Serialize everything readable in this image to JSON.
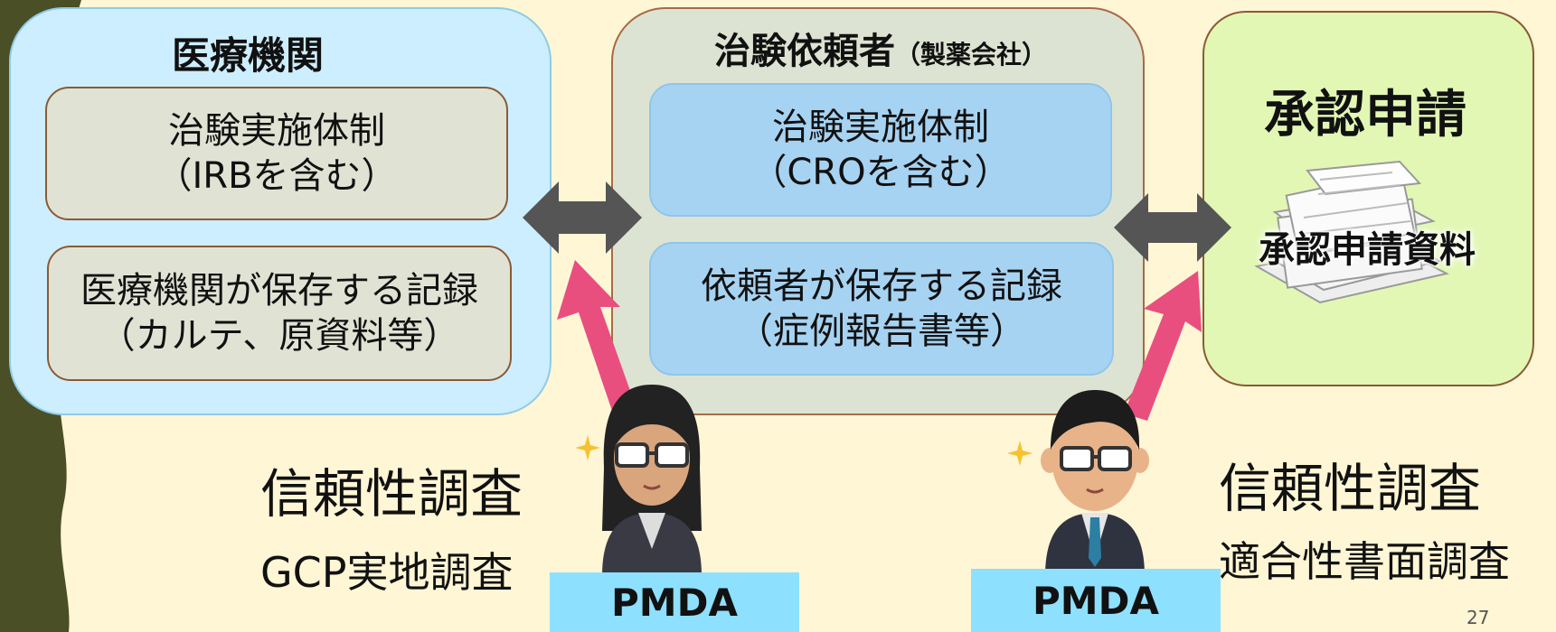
{
  "medical_institution": {
    "title": "医療機関",
    "system_box": {
      "line1": "治験実施体制",
      "line2": "（IRBを含む）"
    },
    "records_box": {
      "line1": "医療機関が保存する記録",
      "line2": "（カルテ、原資料等）"
    }
  },
  "sponsor": {
    "title": "治験依頼者",
    "title_note": "（製薬会社）",
    "system_box": {
      "line1": "治験実施体制",
      "line2": "（CROを含む）"
    },
    "records_box": {
      "line1": "依頼者が保存する記録",
      "line2": "（症例報告書等）"
    }
  },
  "application": {
    "title": "承認申請",
    "documents_label": "承認申請資料"
  },
  "left_inspection": {
    "line1": "信頼性調査",
    "line2": "GCP実地調査",
    "badge": "PMDA"
  },
  "right_inspection": {
    "line1": "信頼性調査",
    "line2": "適合性書面調査",
    "badge": "PMDA"
  },
  "page_number": "27",
  "colors": {
    "background": "#fff6d5",
    "left_wave": "#4a4f26",
    "medical_panel": "#cdeeff",
    "sponsor_panel": "#dde3d2",
    "application_panel": "#e2f7b4",
    "pink_arrow": "#e84f7f",
    "gray_arrow": "#555555",
    "pmda_badge": "#8ee0ff"
  }
}
